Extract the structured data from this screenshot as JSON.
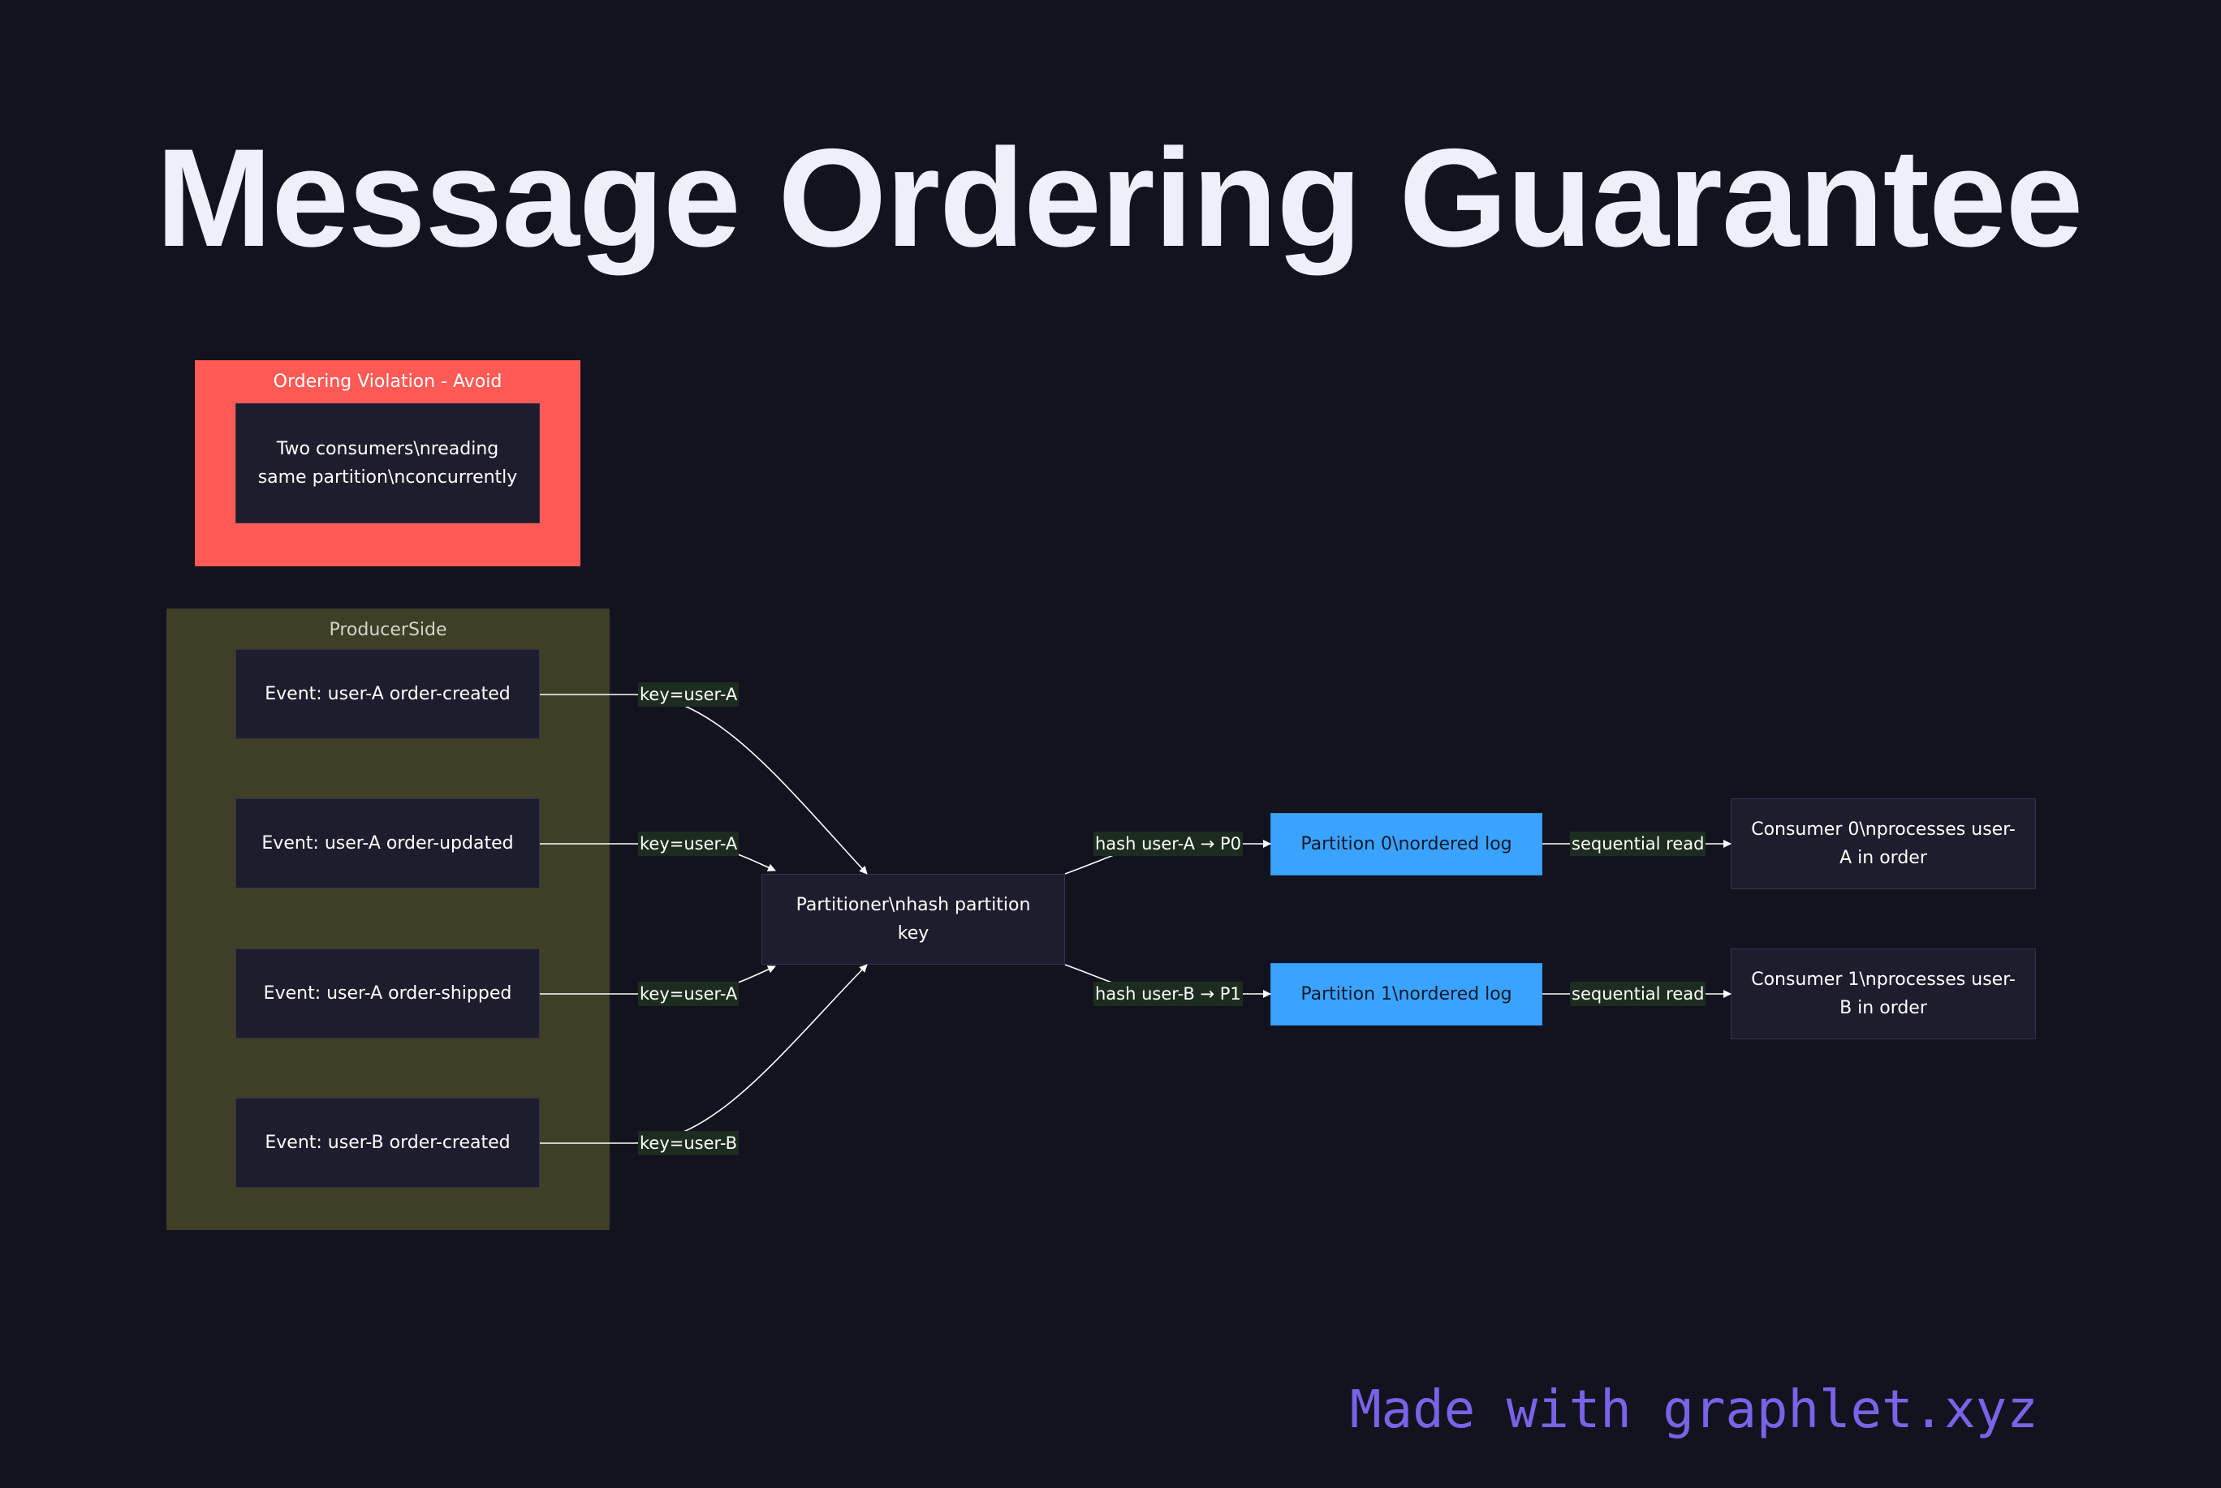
{
  "title": "Message Ordering Guarantee",
  "clusters": {
    "violation": {
      "title": "Ordering Violation - Avoid",
      "node": "Two consumers\\nreading same partition\\nconcurrently"
    },
    "producer": {
      "title": "ProducerSide"
    }
  },
  "nodes": {
    "event1": "Event: user-A order-created",
    "event2": "Event: user-A order-updated",
    "event3": "Event: user-A order-shipped",
    "event4": "Event: user-B order-created",
    "partitioner": "Partitioner\\nhash partition key",
    "partition0": "Partition 0\\nordered log",
    "partition1": "Partition 1\\nordered log",
    "consumer0": "Consumer 0\\nprocesses user-A in order",
    "consumer1": "Consumer 1\\nprocesses user-B in order"
  },
  "edge_labels": {
    "e1": "key=user-A",
    "e2": "key=user-A",
    "e3": "key=user-A",
    "e4": "key=user-B",
    "p0": "hash user-A → P0",
    "p1": "hash user-B → P1",
    "c0": "sequential read",
    "c1": "sequential read"
  },
  "colors": {
    "background": "#13131f",
    "violation_cluster": "#ff5a55",
    "producer_cluster": "#3f3f27",
    "partition_node": "#3aa3ff",
    "node": "#1e1d2d",
    "edge_label_bg": "#1c2d1f",
    "watermark": "#7a63e8"
  },
  "watermark": "Made with graphlet.xyz"
}
